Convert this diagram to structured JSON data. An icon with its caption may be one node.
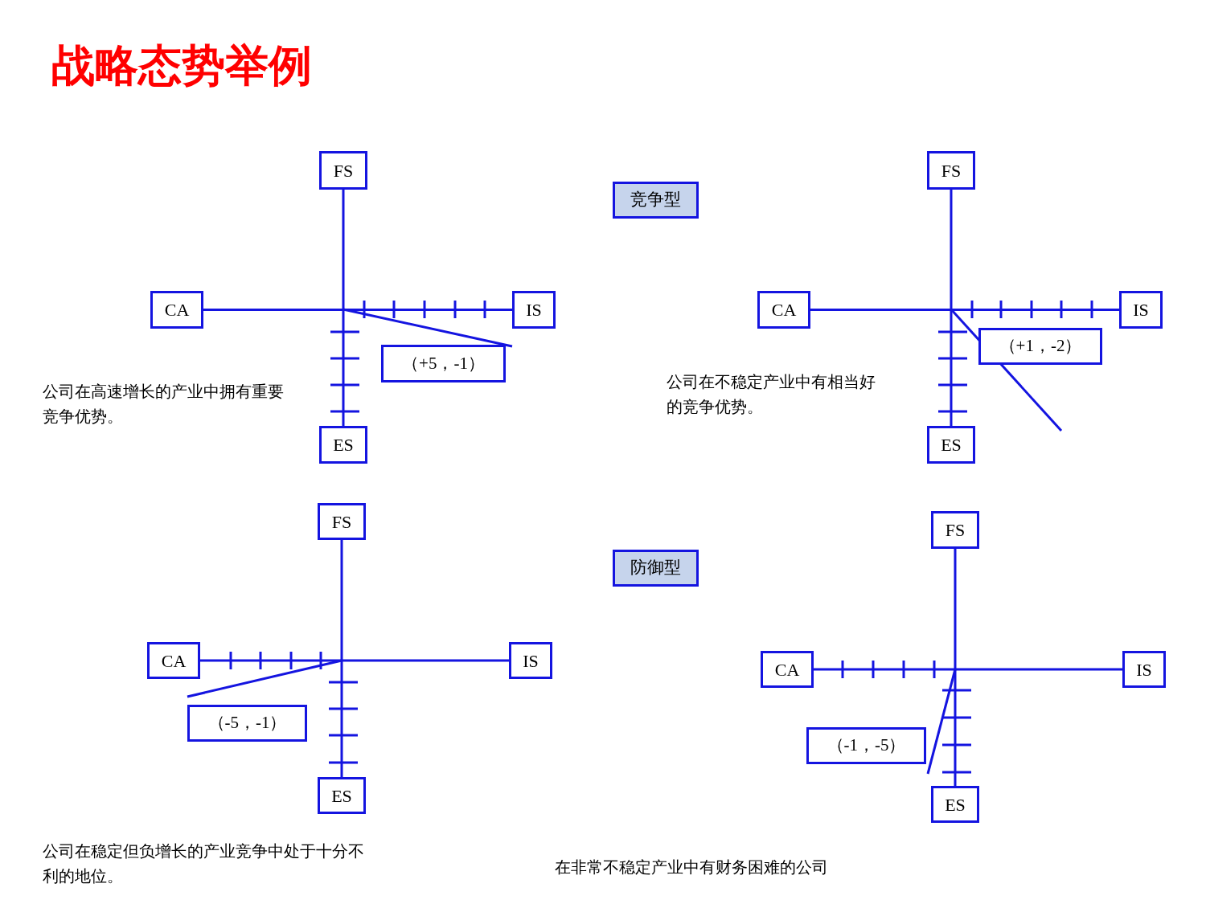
{
  "diagram": {
    "title": "战略态势举例",
    "nodes": [
      {
        "text": [
          "FS"
        ]
      },
      {
        "text": [
          "CA"
        ]
      },
      {
        "text": [
          "IS"
        ]
      },
      {
        "text": [
          "ES"
        ]
      },
      {
        "text": [
          "（+5，-1）"
        ]
      },
      {
        "text": [
          "竞争型"
        ]
      },
      {
        "text": [
          "FS"
        ]
      },
      {
        "text": [
          "CA"
        ]
      },
      {
        "text": [
          "IS"
        ]
      },
      {
        "text": [
          "ES"
        ]
      },
      {
        "text": [
          "（+1，-2）"
        ]
      },
      {
        "text": [
          "防御型"
        ]
      },
      {
        "text": [
          "FS"
        ]
      },
      {
        "text": [
          "CA"
        ]
      },
      {
        "text": [
          "IS"
        ]
      },
      {
        "text": [
          "ES"
        ]
      },
      {
        "text": [
          "（-5，-1）"
        ]
      },
      {
        "text": [
          "FS"
        ]
      },
      {
        "text": [
          "CA"
        ]
      },
      {
        "text": [
          "IS"
        ]
      },
      {
        "text": [
          "ES"
        ]
      },
      {
        "text": [
          "（-1，-5）"
        ]
      }
    ],
    "edges": [
      {
        "from": 0,
        "to": 3,
        "arrow": "none"
      },
      {
        "from": 1,
        "to": 2,
        "arrow": "none"
      },
      {
        "from": 6,
        "to": 9,
        "arrow": "none"
      },
      {
        "from": 7,
        "to": 8,
        "arrow": "none"
      },
      {
        "from": 12,
        "to": 15,
        "arrow": "none"
      },
      {
        "from": 13,
        "to": 14,
        "arrow": "none"
      },
      {
        "from": 17,
        "to": 20,
        "arrow": "none"
      },
      {
        "from": 18,
        "to": 19,
        "arrow": "none"
      },
      {
        "from": null,
        "to": 4,
        "arrow": "none"
      },
      {
        "from": null,
        "to": 10,
        "arrow": "none"
      },
      {
        "from": null,
        "to": 16,
        "arrow": "none"
      },
      {
        "from": null,
        "to": 21,
        "arrow": "none"
      }
    ],
    "labels": [
      "公司在高速增长的产业中拥有重要竞争优势。",
      "公司在不稳定产业中有相当好的竞争优势。",
      "公司在稳定但负增长的产业竞争中处于十分不利的地位。",
      "在非常不稳定产业中有财务困难的公司"
    ]
  }
}
